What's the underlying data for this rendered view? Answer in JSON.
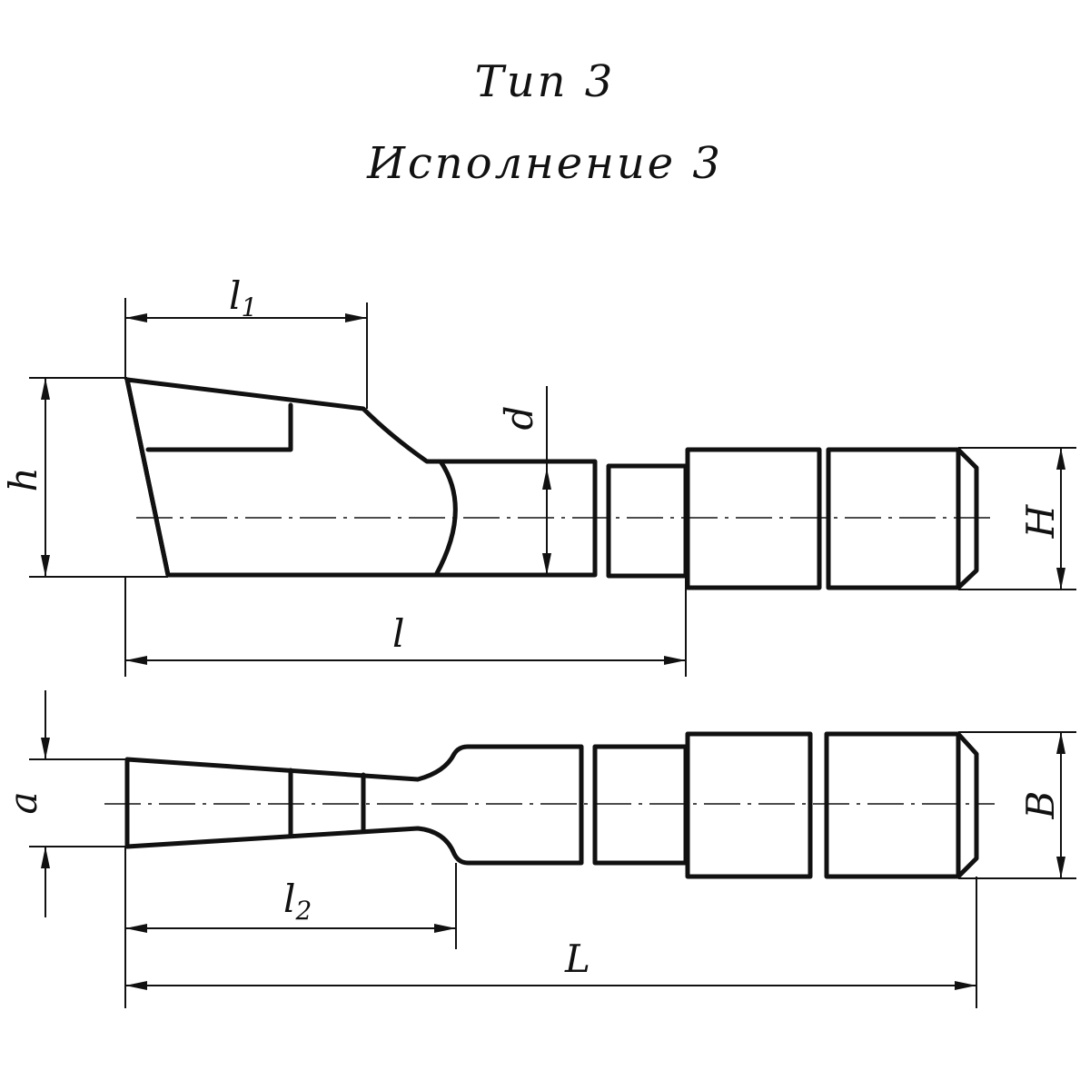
{
  "header": {
    "type_label": "Тип 3",
    "variant_label": "Исполнение 3"
  },
  "dimensions": {
    "l1": {
      "main": "l",
      "sub": "1"
    },
    "h": "h",
    "d": "d",
    "H": "H",
    "l": "l",
    "a": "a",
    "B": "B",
    "l2": {
      "main": "l",
      "sub": "2"
    },
    "L": "L"
  }
}
